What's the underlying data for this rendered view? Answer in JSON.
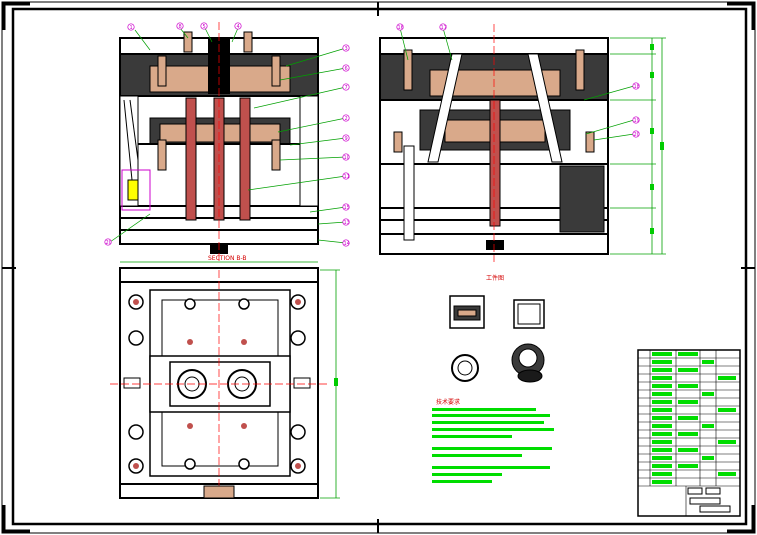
{
  "drawing": {
    "view_a_labels": [
      "1",
      "8",
      "5",
      "4",
      "3",
      "6",
      "7",
      "2",
      "9",
      "10",
      "11",
      "15",
      "13",
      "14",
      "20"
    ],
    "view_b_labels": [
      "16",
      "17",
      "18",
      "19",
      "20"
    ],
    "section_label": "SECTION B-B",
    "part_view_title": "工件图",
    "tech_req_title": "技术要求",
    "colors": {
      "frame": "#000000",
      "steel": "#1a1a1a",
      "cavity": "#d9a98a",
      "core_pin": "#c0504d",
      "dimension": "#00a000",
      "label_circle": "#cc00cc",
      "highlight": "#00ff00",
      "centerline": "#ff0000"
    }
  }
}
